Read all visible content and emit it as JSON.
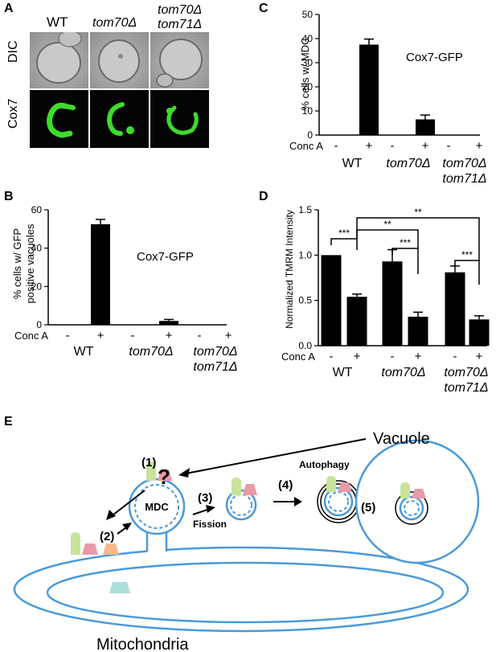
{
  "panels": {
    "a": "A",
    "b": "B",
    "c": "C",
    "d": "D",
    "e": "E"
  },
  "panel_a": {
    "columns": [
      "WT",
      "tom70Δ",
      "tom70Δ",
      "tom71Δ"
    ],
    "row_labels": [
      "DIC",
      "Cox7"
    ]
  },
  "chart_data": [
    {
      "panel": "C",
      "type": "bar",
      "ylabel": "% cells w/ MDC",
      "annotation": "Cox7-GFP",
      "ylim": [
        0,
        50
      ],
      "yticks": [
        0,
        10,
        20,
        30,
        40,
        50
      ],
      "row_label": "Conc A",
      "categories": [
        "-",
        "+",
        "-",
        "+",
        "-",
        "+"
      ],
      "groups": [
        "WT",
        "tom70Δ",
        "tom70Δ",
        "tom71Δ"
      ],
      "values": [
        0,
        37.5,
        0,
        6.5,
        0,
        0
      ],
      "errors": [
        0,
        2.3,
        0,
        1.8,
        0,
        0
      ]
    },
    {
      "panel": "B",
      "type": "bar",
      "ylabel": "% cells w/ GFP",
      "ylabel2": "positive vacuoles",
      "annotation": "Cox7-GFP",
      "ylim": [
        0,
        60
      ],
      "yticks": [
        0,
        20,
        40,
        60
      ],
      "row_label": "Conc A",
      "categories": [
        "-",
        "+",
        "-",
        "+",
        "-",
        "+"
      ],
      "groups": [
        "WT",
        "tom70Δ",
        "tom70Δ",
        "tom71Δ"
      ],
      "values": [
        0,
        52.5,
        0,
        2,
        0,
        0
      ],
      "errors": [
        0,
        2.5,
        0,
        0.8,
        0,
        0
      ]
    },
    {
      "panel": "D",
      "type": "bar",
      "ylabel": "Normalized TMRM Intensity",
      "ylim": [
        0,
        1.5
      ],
      "yticks": [
        "0.0",
        "0.5",
        "1.0",
        "1.5"
      ],
      "row_label": "Conc A",
      "categories": [
        "-",
        "+",
        "-",
        "+",
        "-",
        "+"
      ],
      "groups": [
        "WT",
        "tom70Δ",
        "tom70Δ",
        "tom71Δ"
      ],
      "values": [
        1.0,
        0.54,
        0.93,
        0.32,
        0.81,
        0.29
      ],
      "errors": [
        0,
        0.03,
        0.13,
        0.05,
        0.07,
        0.04
      ],
      "significance": [
        "***",
        "***",
        "***",
        "**",
        "**"
      ]
    }
  ],
  "diagram": {
    "labels": {
      "vacuole": "Vacuole",
      "mitochondria": "Mitochondria",
      "mdc": "MDC",
      "fission": "Fission",
      "autophagy": "Autophagy",
      "question": "?",
      "step1": "(1)",
      "step2": "(2)",
      "step3": "(3)",
      "step4": "(4)",
      "step5": "(5)"
    },
    "colors": {
      "membrane": "#4a9ad8",
      "green_protein": "#c8e39a",
      "pink_protein": "#e89aa6",
      "orange_protein": "#f6b88a",
      "teal_protein": "#a9ded9"
    }
  }
}
